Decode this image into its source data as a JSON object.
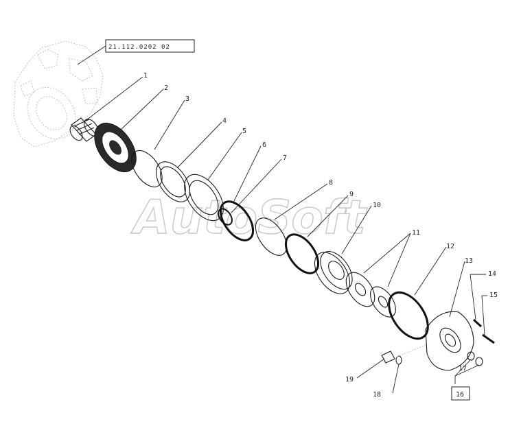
{
  "reference": "21.112.0202 02",
  "watermark": "AutoSoft",
  "callouts": [
    {
      "id": "p1",
      "num": "1"
    },
    {
      "id": "p2",
      "num": "2"
    },
    {
      "id": "p3",
      "num": "3"
    },
    {
      "id": "p4",
      "num": "4"
    },
    {
      "id": "p5",
      "num": "5"
    },
    {
      "id": "p6",
      "num": "6"
    },
    {
      "id": "p7",
      "num": "7"
    },
    {
      "id": "p8",
      "num": "8"
    },
    {
      "id": "p9",
      "num": "9"
    },
    {
      "id": "p10",
      "num": "10"
    },
    {
      "id": "p11",
      "num": "11"
    },
    {
      "id": "p12",
      "num": "12"
    },
    {
      "id": "p13",
      "num": "13"
    },
    {
      "id": "p14",
      "num": "14"
    },
    {
      "id": "p15",
      "num": "15"
    },
    {
      "id": "p16",
      "num": "16"
    },
    {
      "id": "p17",
      "num": "17"
    },
    {
      "id": "p18",
      "num": "18"
    },
    {
      "id": "p19",
      "num": "19"
    }
  ]
}
